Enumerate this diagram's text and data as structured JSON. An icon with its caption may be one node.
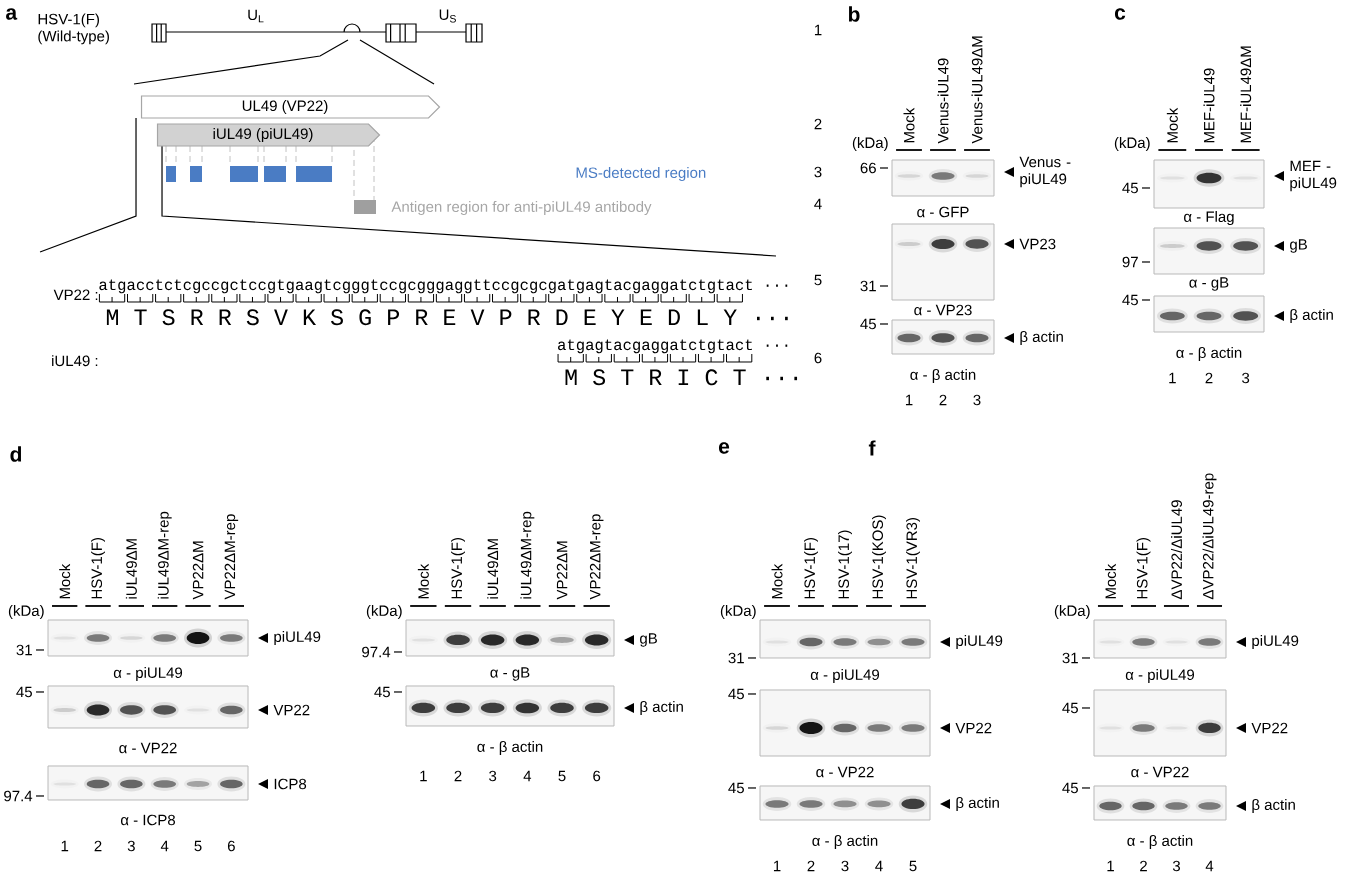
{
  "diagram": {
    "nodes": [
      {
        "text": [
          "UL49 (VP22)"
        ]
      },
      {
        "text": [
          "iUL49 (piUL49)"
        ]
      }
    ],
    "labels": [
      "a",
      "HSV-1(F) (Wild-type)",
      "U$_{L}$",
      "U$_{S}$",
      "MS-detected region",
      "Antigen region for anti-piUL49 antibody",
      "VP22 :",
      "atgacctctcgccgctccgtgaagtcgggtccgcgggaggttccgcgcgatgagtacgaggatctgtact ···",
      "M T S R R S V K S G P R E V P R D E Y E D L Y ···",
      "iUL49 :",
      "atgagtacgaggatctgtact ···",
      "M S T R I C T ···",
      "1",
      "2",
      "3",
      "4",
      "5",
      "6",
      "b",
      "Mock",
      "Venus-iUL49",
      "Venus-iUL49ΔM",
      "(kDa)",
      "66",
      "Venus -piUL49",
      "α - GFP",
      "VP23",
      "31",
      "α - VP23",
      "45",
      "β actin",
      "α - β actin",
      "1",
      "2",
      "3",
      "c",
      "Mock",
      "MEF-iUL49",
      "MEF-iUL49ΔM",
      "(kDa)",
      "MEF -piUL49",
      "45",
      "α - Flag",
      "gB",
      "97",
      "α - gB",
      "45",
      "β actin",
      "α - β actin",
      "1",
      "2",
      "3",
      "d",
      "Mock",
      "HSV-1(F)",
      "iUL49ΔM",
      "iUL49ΔM-rep",
      "VP22ΔM",
      "VP22ΔM-rep",
      "(kDa)",
      "piUL49",
      "31",
      "α - piUL49",
      "45",
      "VP22",
      "α - VP22",
      "ICP8",
      "97.4",
      "α - ICP8",
      "1",
      "2",
      "3",
      "4",
      "5",
      "6",
      "Mock",
      "HSV-1(F)",
      "iUL49ΔM",
      "iUL49ΔM-rep",
      "VP22ΔM",
      "VP22ΔM-rep",
      "(kDa)",
      "gB",
      "97.4",
      "α - gB",
      "45",
      "β actin",
      "α - β actin",
      "1",
      "2",
      "3",
      "4",
      "5",
      "6",
      "e",
      "Mock",
      "HSV-1(F)",
      "HSV-1(17)",
      "HSV-1(KOS)",
      "HSV-1(VR3)",
      "(kDa)",
      "piUL49",
      "31",
      "α - piUL49",
      "45",
      "VP22",
      "α - VP22",
      "45",
      "β actin",
      "α - β actin",
      "1",
      "2",
      "3",
      "4",
      "5",
      "f",
      "Mock",
      "HSV-1(F)",
      "ΔVP22/ΔiUL49",
      "ΔVP22/ΔiUL49-rep",
      "(kDa)",
      "piUL49",
      "31",
      "α - piUL49",
      "45",
      "VP22",
      "α - VP22",
      "45",
      "β actin",
      "α - β actin",
      "1",
      "2",
      "3",
      "4"
    ]
  }
}
